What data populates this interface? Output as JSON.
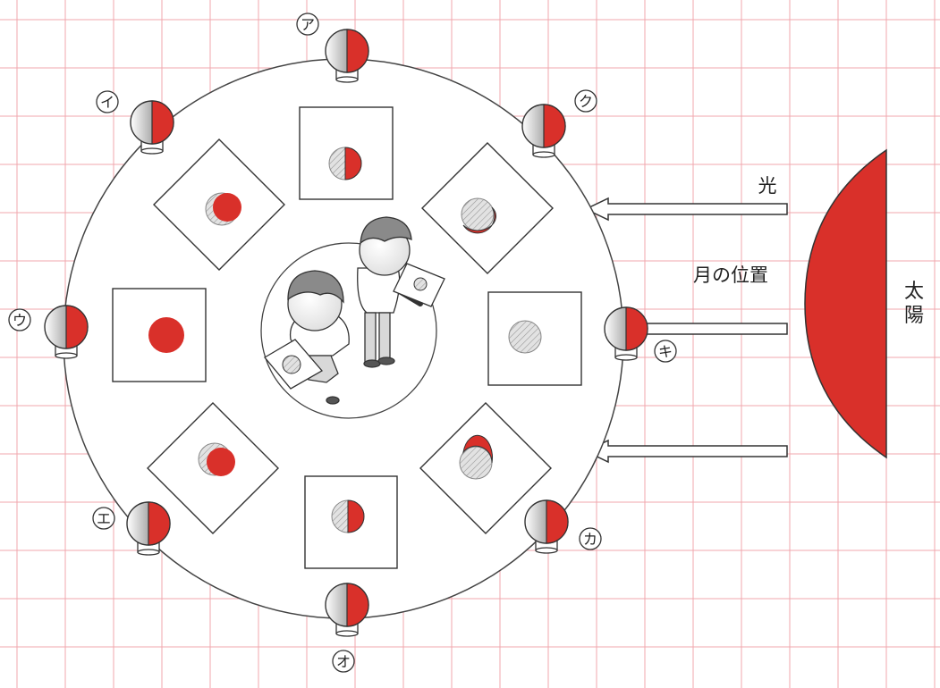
{
  "diagram": {
    "labels": {
      "light": "光",
      "moon_position": "月の位置",
      "sun": "太陽"
    },
    "positions": [
      {
        "id": "a",
        "label": "ア"
      },
      {
        "id": "i",
        "label": "イ"
      },
      {
        "id": "u",
        "label": "ウ"
      },
      {
        "id": "e",
        "label": "エ"
      },
      {
        "id": "o",
        "label": "オ"
      },
      {
        "id": "ka",
        "label": "カ"
      },
      {
        "id": "ki",
        "label": "キ"
      },
      {
        "id": "ku",
        "label": "ク"
      }
    ],
    "colors": {
      "grid": "#f0a7ad",
      "lit_red": "#d9302a",
      "shadow_gray": "#c9c9c9",
      "outline": "#333333",
      "hatch": "#9a9a9a"
    }
  }
}
